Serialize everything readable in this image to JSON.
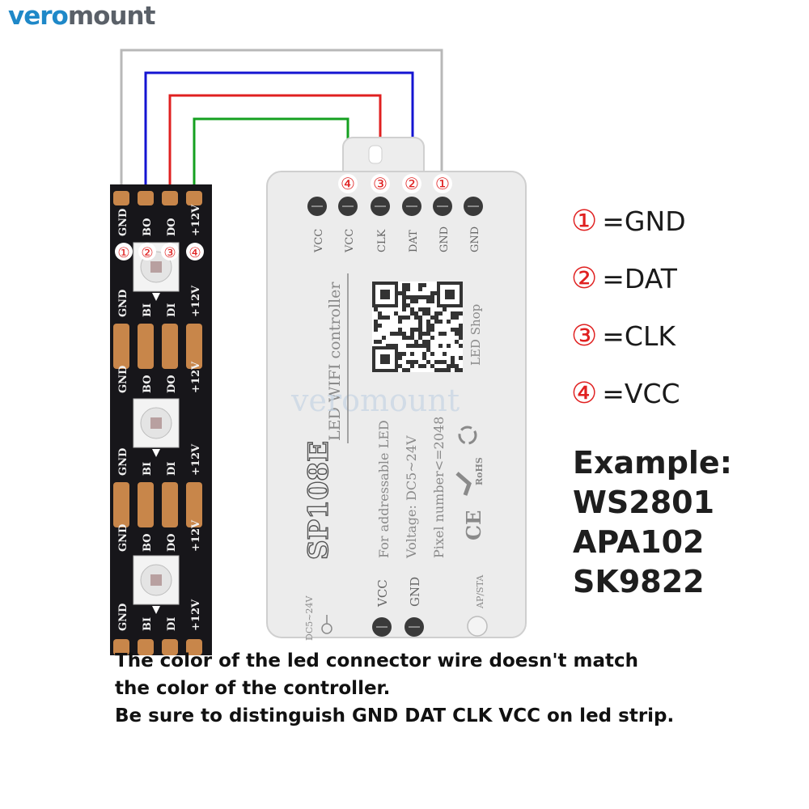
{
  "logo": {
    "part1": "vero",
    "part2": "mount"
  },
  "strip": {
    "labels": [
      "GND",
      "BO",
      "DO",
      "+12V"
    ],
    "labels_mid": [
      "GND",
      "BI",
      "DI",
      "+12V"
    ],
    "markers": [
      "①",
      "②",
      "③",
      "④"
    ]
  },
  "controller": {
    "marker_numbers": [
      "④",
      "③",
      "②",
      "①"
    ],
    "pin_labels": [
      "VCC",
      "VCC",
      "CLK",
      "DAT",
      "GND",
      "GND"
    ],
    "model": "SP108E",
    "line1": "LED WIFI controller",
    "line2": "For addressable LED",
    "line3": "Voltage: DC5~24V",
    "line4": "Pixel number<=2048",
    "shop": "LED Shop",
    "watermark": "veromount",
    "bottom_pins": [
      "VCC",
      "GND"
    ],
    "dc_label": "DC5~24V",
    "button_label": "AP/STA",
    "ce": "CE",
    "rohs": "RoHS"
  },
  "legend": [
    {
      "num": "①",
      "text": "=GND"
    },
    {
      "num": "②",
      "text": "=DAT"
    },
    {
      "num": "③",
      "text": "=CLK"
    },
    {
      "num": "④",
      "text": "=VCC"
    }
  ],
  "example": {
    "title": "Example:",
    "items": [
      "WS2801",
      "APA102",
      "SK9822"
    ]
  },
  "note": [
    "The color of the led connector wire doesn't match",
    "the color of the controller.",
    "Be sure to distinguish GND DAT CLK VCC on led strip."
  ],
  "colors": {
    "gnd_wire": "#b8b8b8",
    "dat_wire": "#1414d2",
    "clk_wire": "#e02020",
    "vcc_wire": "#15a020",
    "marker_red": "#e02020",
    "pad": "#c8864a",
    "logo_blue": "#1e88c8"
  }
}
